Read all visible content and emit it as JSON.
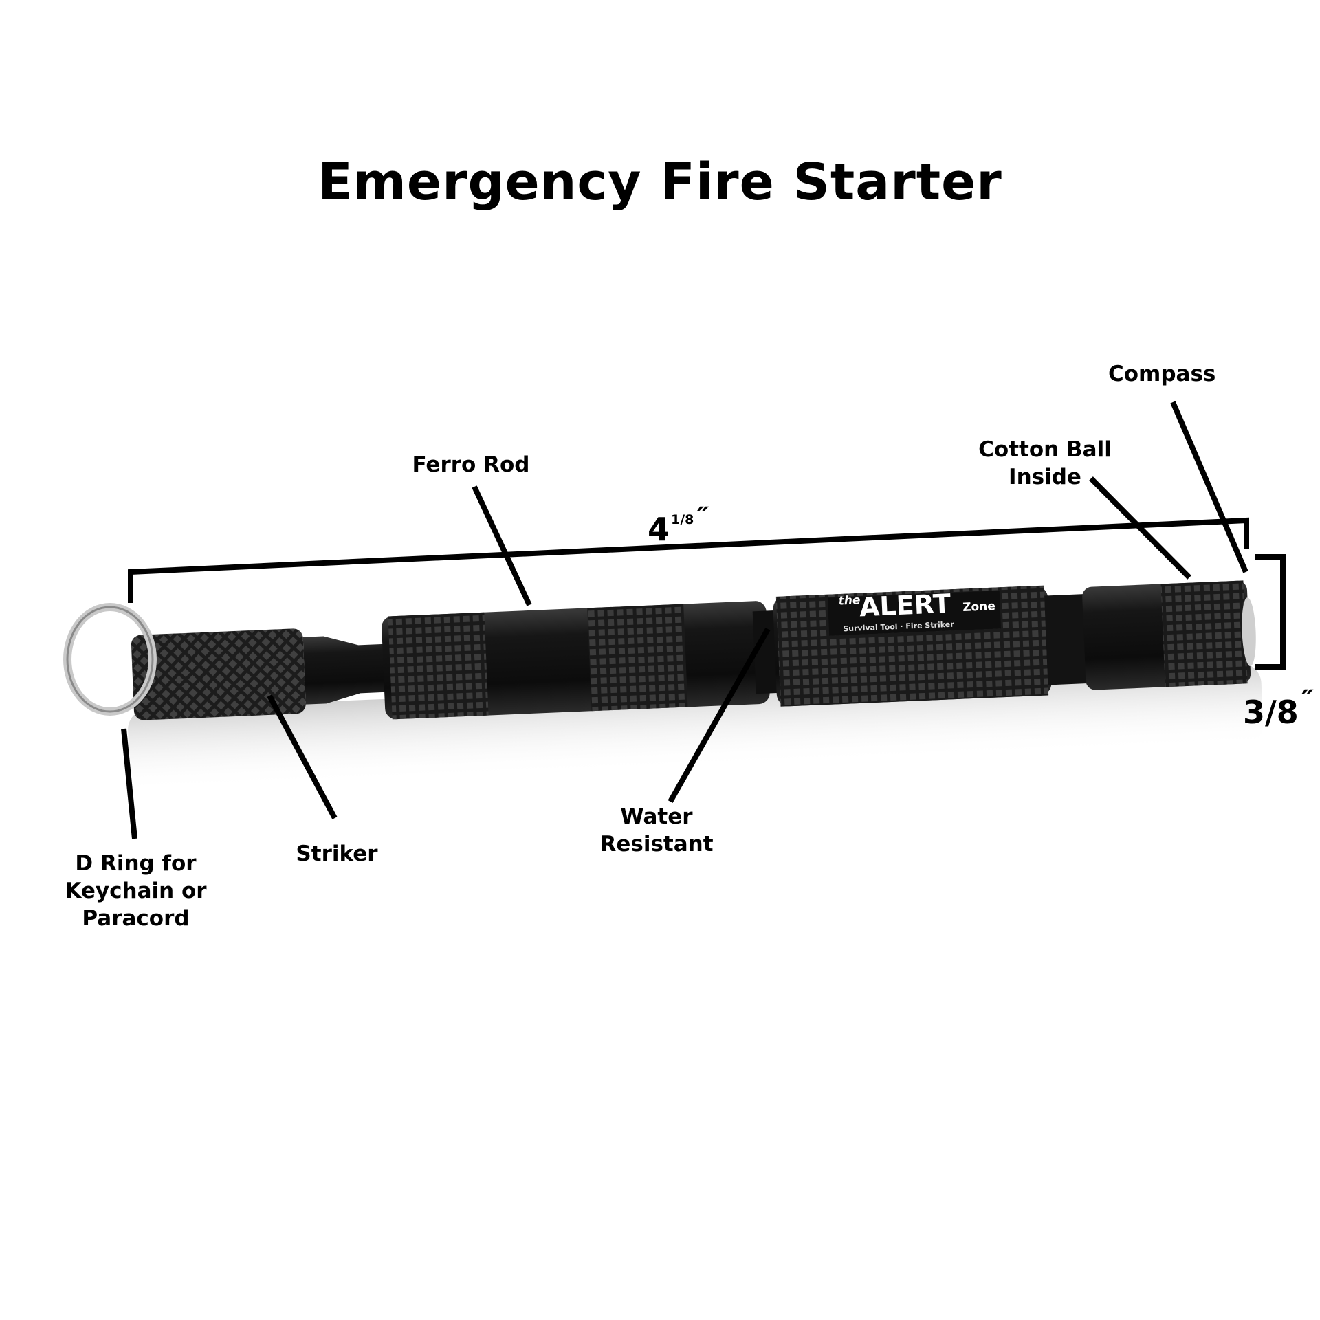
{
  "title": "Emergency Fire Starter",
  "dimensions": {
    "length_main": "4",
    "length_fraction": "1/8",
    "length_unit": "″",
    "diameter": "3/8",
    "diameter_unit": "″"
  },
  "brand": {
    "prefix": "the",
    "name": "ALERT",
    "suffix": "Zone",
    "tagline": "Survival Tool · Fire Striker"
  },
  "callouts": {
    "compass": "Compass",
    "cotton_ball": [
      "Cotton Ball",
      "Inside"
    ],
    "ferro_rod": "Ferro Rod",
    "water_resistant": [
      "Water",
      "Resistant"
    ],
    "striker": "Striker",
    "d_ring": [
      "D Ring for",
      "Keychain or",
      "Paracord"
    ]
  },
  "colors": {
    "body": "#141414",
    "ring": "#c9c9c9",
    "lines": "#000000",
    "background": "#ffffff"
  }
}
